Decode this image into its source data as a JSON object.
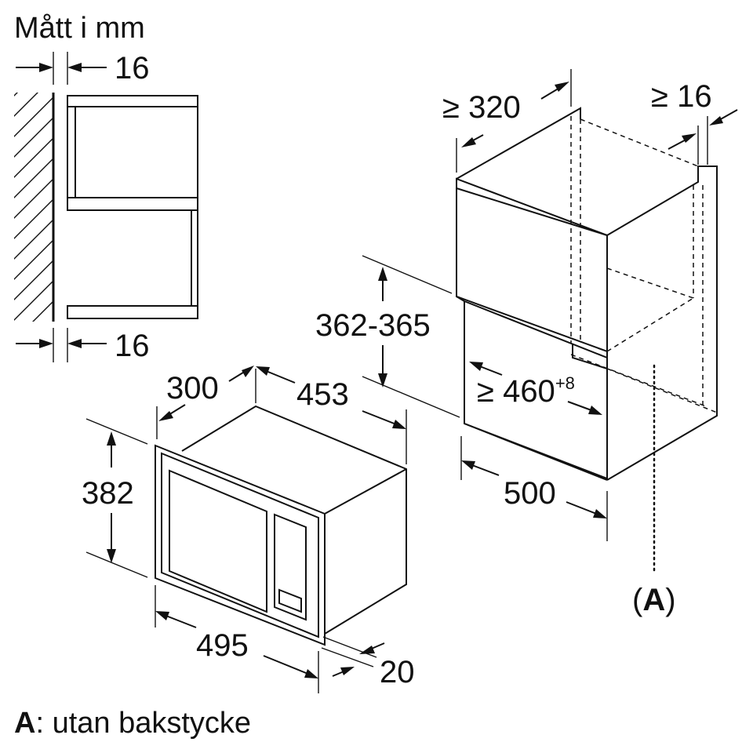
{
  "diagram": {
    "title": "Mått i mm",
    "footnote": {
      "key": "A",
      "text": ": utan bakstycke"
    },
    "side_view": {
      "top_gap": "16",
      "bottom_gap": "16"
    },
    "appliance": {
      "depth": "300",
      "width_top": "453",
      "height": "382",
      "width_front": "495",
      "frame_depth": "20"
    },
    "niche": {
      "top_depth": "≥ 320",
      "side_gap": "≥ 16",
      "height_range": "362-365",
      "min_width": "≥ 460",
      "width_tolerance": "+8",
      "depth": "500",
      "marker": {
        "open": "(",
        "key": "A",
        "close": ")"
      }
    }
  },
  "colors": {
    "line": "#111111",
    "background": "#ffffff"
  }
}
